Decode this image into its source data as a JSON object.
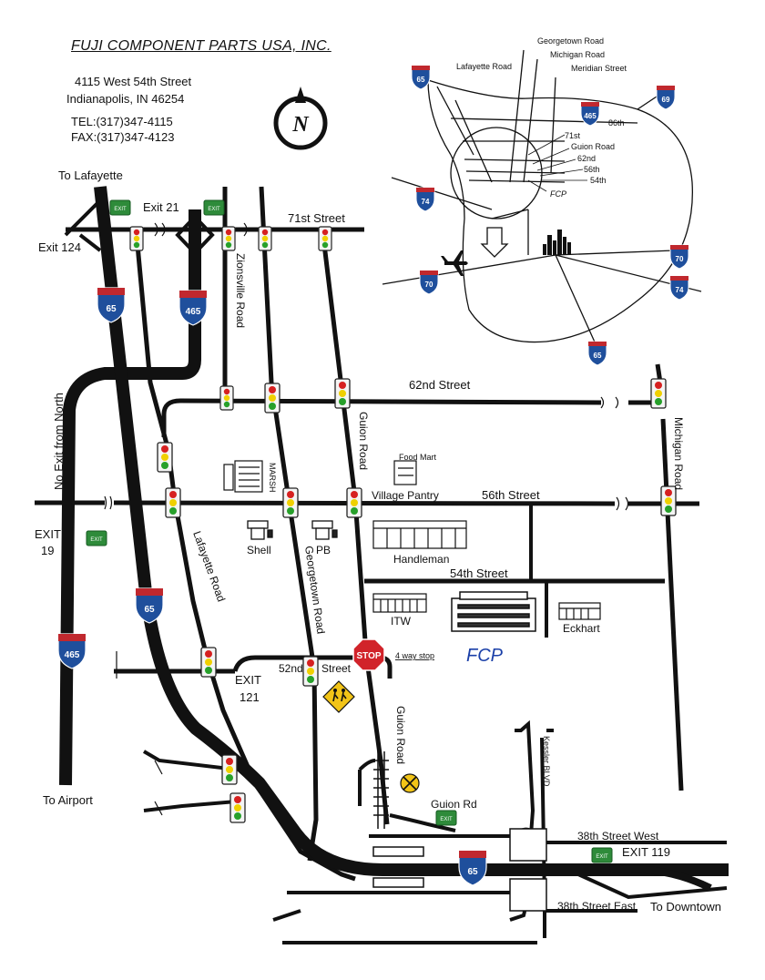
{
  "company": {
    "name": "FUJI COMPONENT PARTS USA, INC.",
    "address_line1": "4115 West 54th Street",
    "address_line2": "Indianapolis, IN 46254",
    "tel": "TEL:(317)347-4115",
    "fax": "FAX:(317)347-4123"
  },
  "compass": {
    "letter": "N"
  },
  "labels": {
    "to_lafayette": "To Lafayette",
    "exit_21": "Exit 21",
    "exit_124": "Exit 124",
    "street_71": "71st Street",
    "zionsville_road": "Zionsville Road",
    "street_62": "62nd Street",
    "guion_road": "Guion Road",
    "michigan_road": "Michigan Road",
    "no_exit_north": "No Exit from North",
    "marsh": "MARSH",
    "village_pantry": "Village Pantry",
    "street_56": "56th Street",
    "exit_19_a": "EXIT",
    "exit_19_b": "19",
    "shell": "Shell",
    "pb": "PB",
    "lafayette_road": "Lafayette Road",
    "georgetown_road": "Georgetown Road",
    "handleman": "Handleman",
    "street_54": "54th Street",
    "itw": "ITW",
    "eckhart": "Eckhart",
    "fcp": "FCP",
    "four_way_stop": "4 way stop",
    "street_52a": "52nd",
    "street_52b": "Street",
    "exit_121_a": "EXIT",
    "exit_121_b": "121",
    "guion_road_s": "Guion Road",
    "kessler": "Kessler BLVD",
    "to_airport": "To Airport",
    "guion_rd": "Guion Rd",
    "street_38_west": "38th Street West",
    "exit_119": "EXIT 119",
    "street_38_east": "38th Street East",
    "to_downtown": "To Downtown",
    "stop": "STOP",
    "exit_sign": "EXIT",
    "food_mart": "Food Mart"
  },
  "shields": {
    "i65": "65",
    "i465": "465",
    "i69": "69",
    "i74": "74",
    "i70": "70"
  },
  "inset": {
    "georgetown": "Georgetown Road",
    "michigan": "Michigan Road",
    "meridian": "Meridian Street",
    "lafayette": "Lafayette Road",
    "st86": "86th",
    "st71": "71st",
    "guion": "Guion Road",
    "st62": "62nd",
    "st56": "56th",
    "st54": "54th",
    "fcp": "FCP"
  },
  "colors": {
    "interstate_blue": "#1f4f9c",
    "interstate_red": "#c0282e",
    "exit_green": "#2e8b3a",
    "stop_red": "#d1232a",
    "school_yellow": "#f2c417",
    "fcp_blue": "#1a3fa8",
    "light_red": "#d62020",
    "light_yellow": "#f0d000",
    "light_green": "#27a02a"
  }
}
